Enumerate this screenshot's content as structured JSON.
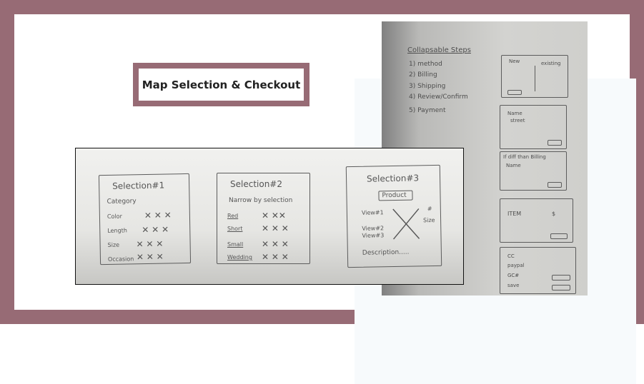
{
  "title": "Map Selection & Checkout",
  "colors": {
    "frame": "#976b75",
    "canvas": "#ffffff",
    "ghost_panel": "#f7fafc"
  },
  "photos": {
    "checkout_steps": {
      "heading": "Collapsable Steps",
      "steps": [
        "1) method",
        "2) Billing",
        "3) Shipping",
        "4) Review/Confirm",
        "5) Payment"
      ],
      "login_box": {
        "new": "New",
        "existing": "existing"
      },
      "address_box": {
        "name": "Name",
        "street": "street"
      },
      "billing_box": {
        "note": "If diff than Billing",
        "name": "Name"
      },
      "review_box": {
        "item": "ITEM",
        "price": "$"
      },
      "payment_box": {
        "options": [
          "CC",
          "paypal",
          "GC#"
        ],
        "save": "save"
      }
    },
    "selection_sketches": {
      "cards": [
        {
          "title": "Selection#1",
          "subtitle": "Category",
          "rows": [
            "Color",
            "Length",
            "Size",
            "Occasion"
          ]
        },
        {
          "title": "Selection#2",
          "subtitle": "Narrow by selection",
          "rows": [
            "Red",
            "Short",
            "Small",
            "Wedding"
          ]
        },
        {
          "title": "Selection#3",
          "subtitle": "Product",
          "rows": [
            "View#1",
            "View#2",
            "View#3"
          ],
          "side": [
            "#",
            "Size"
          ],
          "footer": "Description....."
        }
      ]
    }
  }
}
